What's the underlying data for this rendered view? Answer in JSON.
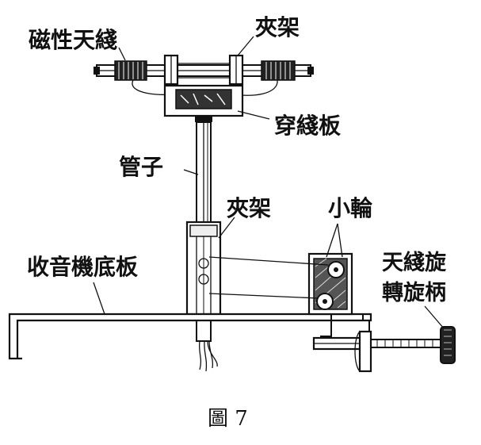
{
  "labels": {
    "magnetic_antenna": "磁性天綫",
    "clamp_top": "夾架",
    "threading_board": "穿綫板",
    "tube": "管子",
    "clamp_mid": "夾架",
    "small_wheel": "小輪",
    "chassis": "收音機底板",
    "knob_line1": "天綫旋",
    "knob_line2": "轉旋柄"
  },
  "caption": "圖 7"
}
